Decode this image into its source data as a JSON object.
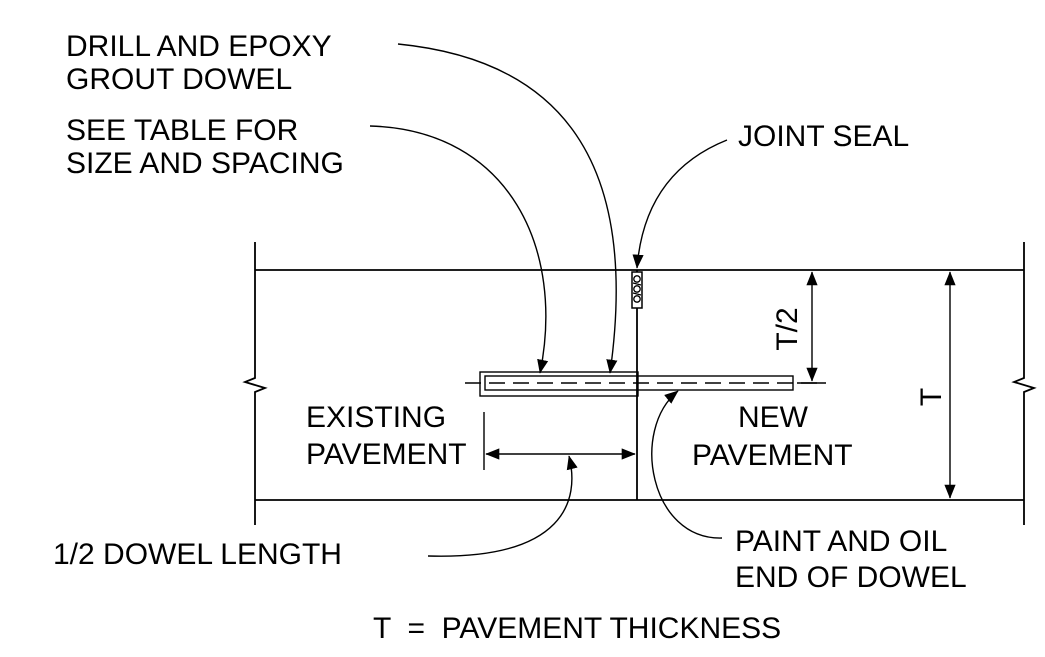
{
  "labels": {
    "drill_line1": "DRILL AND EPOXY",
    "drill_line2": "GROUT DOWEL",
    "see_line1": "SEE TABLE FOR",
    "see_line2": "SIZE AND SPACING",
    "joint_seal": "JOINT SEAL",
    "t_half": "T/2",
    "t": "T",
    "existing_line1": "EXISTING",
    "existing_line2": "PAVEMENT",
    "new_line1": "NEW",
    "new_line2": "PAVEMENT",
    "half_dowel": "1/2 DOWEL LENGTH",
    "paint_line1": "PAINT AND OIL",
    "paint_line2": "END OF DOWEL",
    "legend": "T  =  PAVEMENT THICKNESS"
  }
}
